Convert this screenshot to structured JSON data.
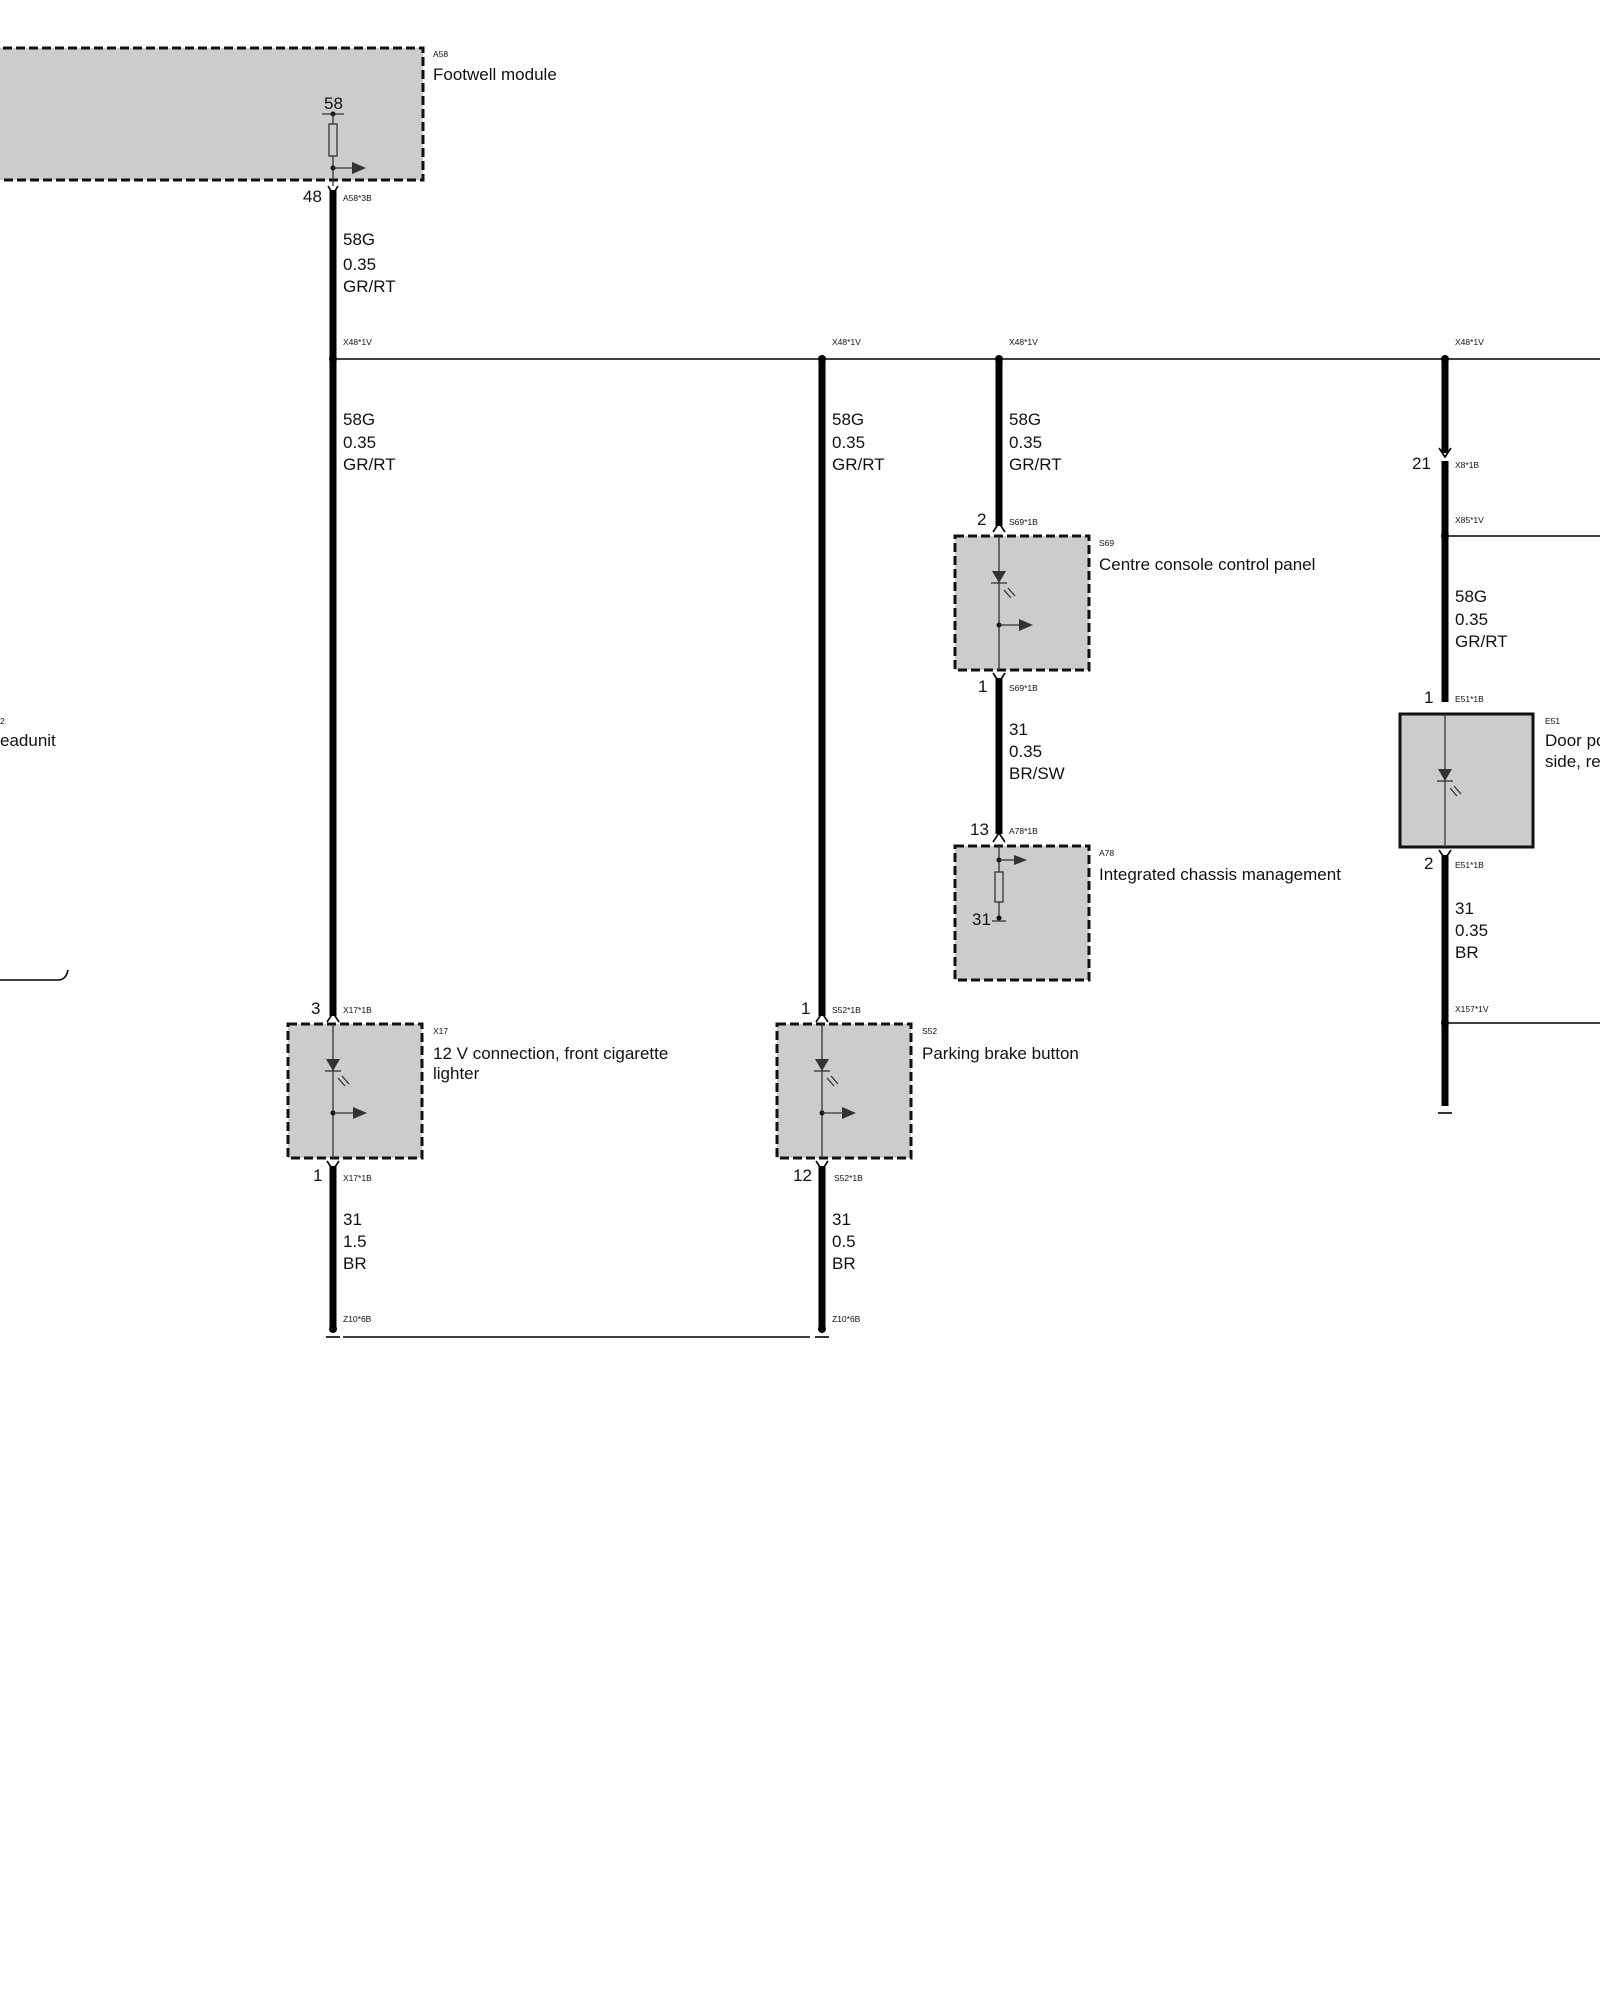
{
  "components": {
    "a58": {
      "code": "A58",
      "name": "Footwell module",
      "pin58": "58"
    },
    "headunit": {
      "code": "2",
      "name": "eadunit"
    },
    "s69": {
      "code": "S69",
      "name": "Centre console control panel"
    },
    "a78": {
      "code": "A78",
      "name": "Integrated chassis management",
      "pin31": "31"
    },
    "e51": {
      "code": "E51",
      "name_line1": "Door po",
      "name_line2": "side, re"
    },
    "x17": {
      "code": "X17",
      "name_line1": "12 V connection, front cigarette",
      "name_line2": "lighter"
    },
    "s52": {
      "code": "S52",
      "name": "Parking brake button"
    }
  },
  "connectors": {
    "a58_3b": "A58*3B",
    "x48_1v": "X48*1V",
    "x8_1b": "X8*1B",
    "x85_1v": "X85*1V",
    "s69_1b": "S69*1B",
    "e51_1b": "E51*1B",
    "a78_1b": "A78*1B",
    "x157_1v": "X157*1V",
    "x17_1b": "X17*1B",
    "s52_1b": "S52*1B",
    "z10_6b": "Z10*6B"
  },
  "pins": {
    "a58_out": "48",
    "x8_pin": "21",
    "s69_top": "2",
    "s69_bottom": "1",
    "e51_top": "1",
    "e51_bottom": "2",
    "a78_top": "13",
    "x17_top": "3",
    "x17_bottom": "1",
    "s52_top": "1",
    "s52_bottom": "12"
  },
  "wires": {
    "w1": {
      "signal": "58G",
      "size": "0.35",
      "color": "GR/RT"
    },
    "w2": {
      "signal": "58G",
      "size": "0.35",
      "color": "GR/RT"
    },
    "w3": {
      "signal": "58G",
      "size": "0.35",
      "color": "GR/RT"
    },
    "w4": {
      "signal": "58G",
      "size": "0.35",
      "color": "GR/RT"
    },
    "w5": {
      "signal": "58G",
      "size": "0.35",
      "color": "GR/RT"
    },
    "w6": {
      "signal": "31",
      "size": "0.35",
      "color": "BR/SW"
    },
    "w7": {
      "signal": "31",
      "size": "0.35",
      "color": "BR"
    },
    "w8": {
      "signal": "31",
      "size": "1.5",
      "color": "BR"
    },
    "w9": {
      "signal": "31",
      "size": "0.5",
      "color": "BR"
    }
  }
}
